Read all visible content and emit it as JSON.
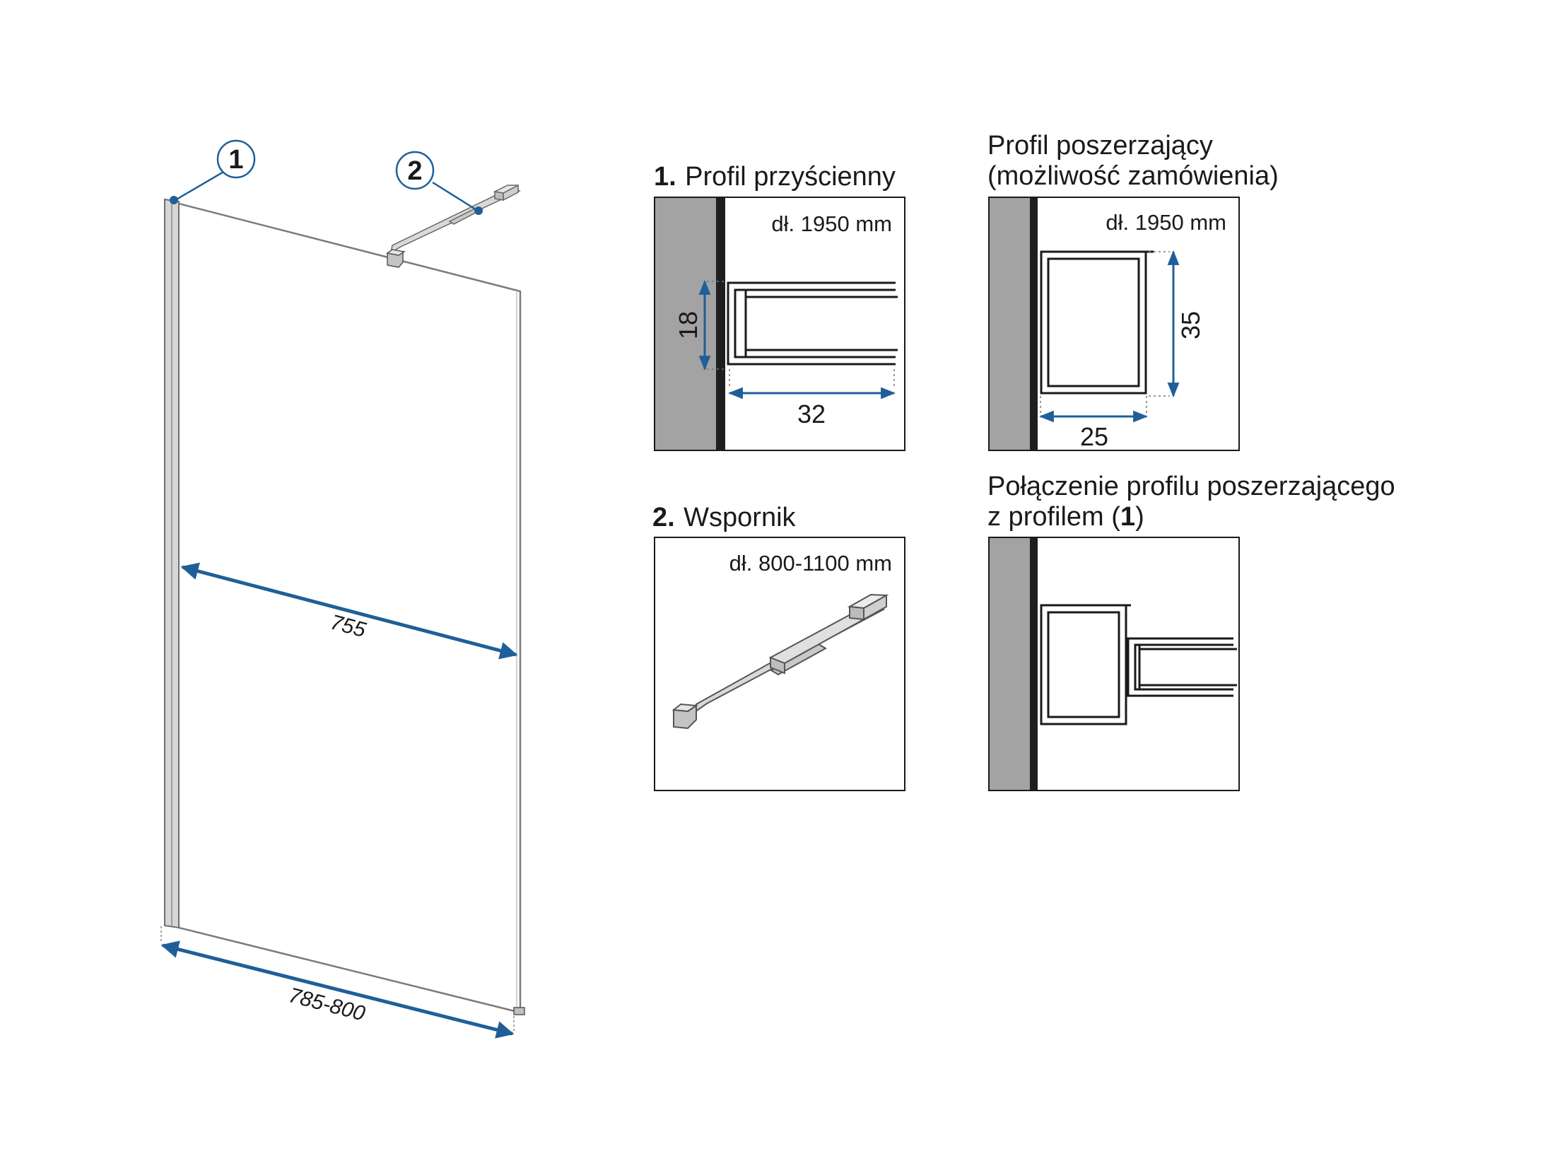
{
  "markers": {
    "m1": "1",
    "m2": "2"
  },
  "main_drawing": {
    "inner_width": "755",
    "total_width": "785-800"
  },
  "detail_1": {
    "number": "1.",
    "title": "Profil przyścienny",
    "length": "dł. 1950 mm",
    "dim_height": "18",
    "dim_width": "32"
  },
  "detail_2": {
    "number": "2.",
    "title": "Wspornik",
    "length": "dł. 800-1100 mm"
  },
  "detail_3": {
    "title_line1": "Profil poszerzający",
    "title_line2": "(możliwość zamówienia)",
    "length": "dł. 1950 mm",
    "dim_height": "35",
    "dim_width": "25"
  },
  "detail_4": {
    "title_line1": "Połączenie profilu poszerzającego",
    "title_line2_prefix": "z profilem (",
    "title_line2_bold": "1",
    "title_line2_suffix": ")"
  },
  "colors": {
    "accent_blue": "#1f5f99",
    "wall_gray": "#a3a3a3",
    "line": "#1a1a1a"
  }
}
